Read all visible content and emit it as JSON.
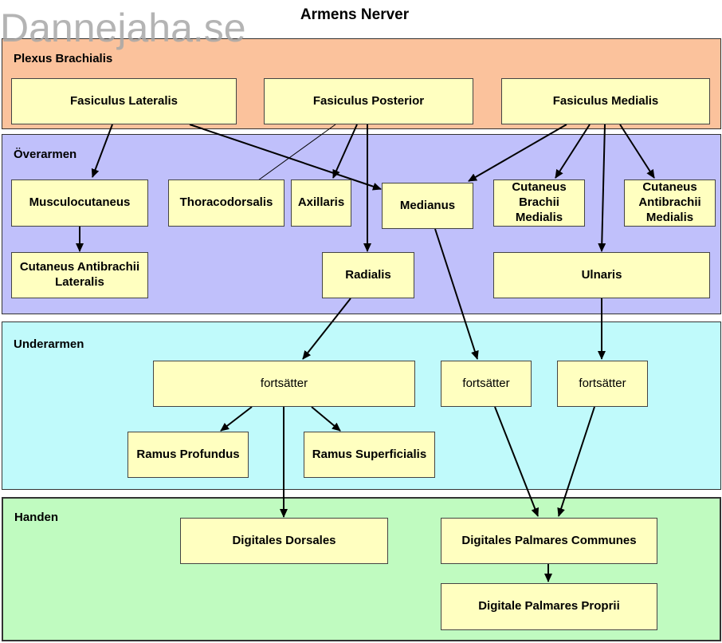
{
  "watermark": "Dannejaha.se",
  "title": "Armens Nerver",
  "regions": {
    "plexus": "Plexus Brachialis",
    "overarmen": "Överarmen",
    "underarmen": "Underarmen",
    "handen": "Handen"
  },
  "nodes": {
    "fasiculus_lateralis": "Fasiculus Lateralis",
    "fasiculus_posterior": "Fasiculus Posterior",
    "fasiculus_medialis": "Fasiculus Medialis",
    "musculocutaneus": "Musculocutaneus",
    "thoracodorsalis": "Thoracodorsalis",
    "axillaris": "Axillaris",
    "medianus": "Medianus",
    "cutaneus_brachii_medialis": "Cutaneus Brachii Medialis",
    "cutaneus_antibrachii_medialis": "Cutaneus Antibrachii Medialis",
    "cutaneus_antibrachii_lateralis": "Cutaneus Antibrachii Lateralis",
    "radialis": "Radialis",
    "ulnaris": "Ulnaris",
    "fortsatter_radialis": "fortsätter",
    "fortsatter_medianus": "fortsätter",
    "fortsatter_ulnaris": "fortsätter",
    "ramus_profundus": "Ramus Profundus",
    "ramus_superficialis": "Ramus Superficialis",
    "digitales_dorsales": "Digitales Dorsales",
    "digitales_palmares_communes": "Digitales Palmares Communes",
    "digitale_palmares_proprii": "Digitale Palmares Proprii"
  },
  "colors": {
    "plexus": "#fbc29c",
    "overarmen": "#c0c0fb",
    "underarmen": "#c0fafb",
    "handen": "#c0fbc0",
    "node": "#ffffc0"
  }
}
